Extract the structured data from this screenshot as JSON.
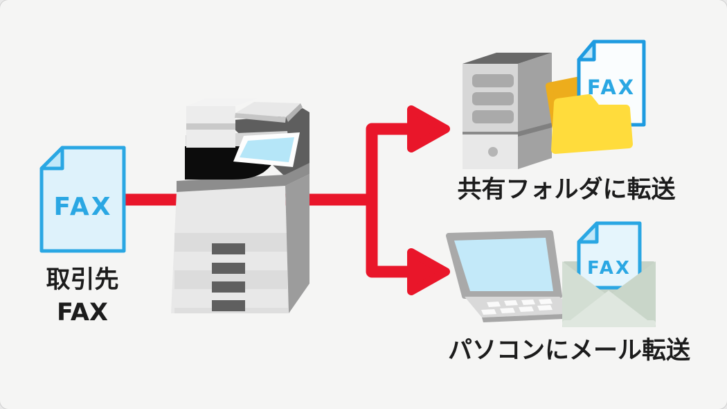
{
  "diagram_title": "fax-forwarding-flow",
  "colors": {
    "background": "#F5F5F4",
    "arrow_red": "#E9162A",
    "doc_border_blue": "#2AA7E3",
    "fax_text_blue": "#2AA7E3",
    "doc_fill_light_blue": "#DEF2FB",
    "folder_yellow": "#FFDC3C",
    "folder_back_yellow": "#EDAD1C",
    "envelope_sage": "#D3DED3",
    "laptop_screen_blue": "#C3E9F9",
    "printer_body_gray": "#E8E8E8",
    "label_black": "#1C1C1C"
  },
  "source": {
    "doc_label": "FAX",
    "caption_line1": "取引先",
    "caption_line2": "FAX"
  },
  "printer": {
    "name": "multifunction-printer"
  },
  "destinations": [
    {
      "id": "shared-folder",
      "doc_label": "FAX",
      "caption": "共有フォルダに転送"
    },
    {
      "id": "email-to-pc",
      "doc_label": "FAX",
      "caption": "パソコンにメール転送"
    }
  ]
}
